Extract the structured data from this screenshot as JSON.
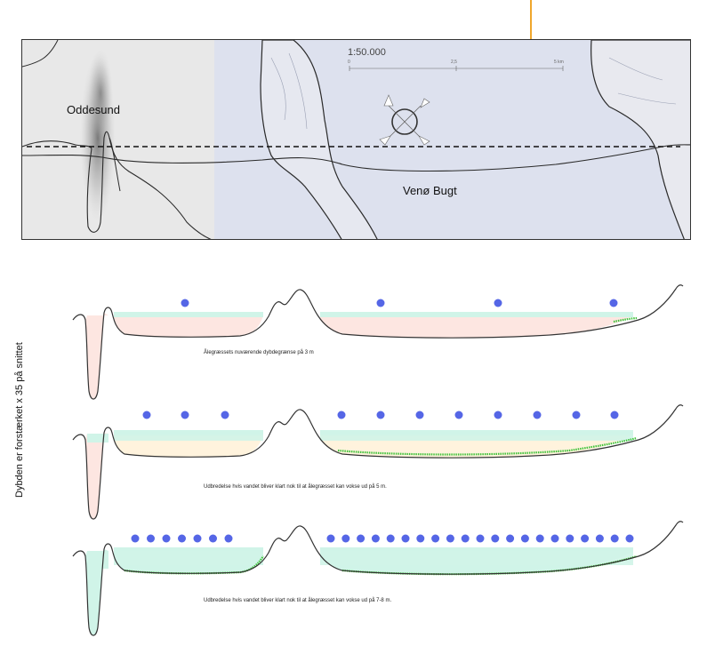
{
  "map": {
    "scale_label": "1:50.000",
    "scale_ticks": [
      "0",
      "2,5",
      "5 km"
    ],
    "place_labels": {
      "oddesund": "Oddesund",
      "venoe_bugt": "Venø Bugt"
    },
    "colors": {
      "land": "#f4f4f4",
      "terrain_shadow": "#8a8a8a",
      "water": "#dde1ee",
      "coastline": "#2a2a2a"
    }
  },
  "cross_sections": {
    "vertical_title": "Dybden er forstærket x 35 på snittet",
    "colors": {
      "outline": "#333333",
      "water_layer": "#d0f4e8",
      "warm_layer": "#fde6e1",
      "mid_layer": "#fff3dd",
      "seagrass": "#3ec23a",
      "marker": "#5566e6"
    },
    "panels": [
      {
        "id": "panel-1",
        "caption": "Ålegræssets nuværende dybdegrænse på 3 m",
        "markers": 4
      },
      {
        "id": "panel-2",
        "caption": "Udbredelse hvis vandet bliver klart nok til at ålegræsset kan vokse ud på 5 m.",
        "markers": 11
      },
      {
        "id": "panel-3",
        "caption": "Udbredelse hvis vandet bliver klart nok til at ålegræsset kan vokse ud på 7-8  m.",
        "markers": 28
      }
    ]
  }
}
